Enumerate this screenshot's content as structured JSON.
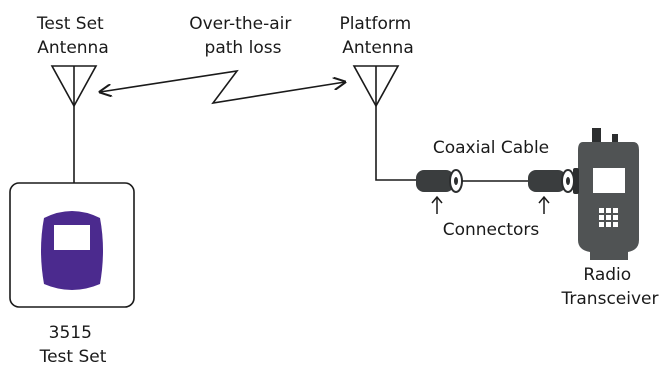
{
  "labels": {
    "test_set_antenna": [
      "Test Set",
      "Antenna"
    ],
    "path_loss": [
      "Over-the-air",
      "path loss"
    ],
    "platform_antenna": [
      "Platform",
      "Antenna"
    ],
    "coaxial_cable": "Coaxial Cable",
    "connectors": "Connectors",
    "radio_transceiver": [
      "Radio",
      "Transceiver"
    ],
    "test_set": [
      "3515",
      "Test Set"
    ]
  },
  "colors": {
    "line": "#1a1a1a",
    "test_set_device": "#4b2a8e",
    "test_set_screen": "#ffffff",
    "radio_body": "#505354",
    "radio_dark": "#2c2e2f",
    "radio_screen": "#ffffff",
    "connector_body": "#3a3d3e"
  },
  "icons": {
    "antenna_left": "antenna-icon",
    "antenna_right": "antenna-icon",
    "test_set": "handheld-test-set-icon",
    "radio": "handheld-radio-icon",
    "connector": "coaxial-connector-icon"
  }
}
